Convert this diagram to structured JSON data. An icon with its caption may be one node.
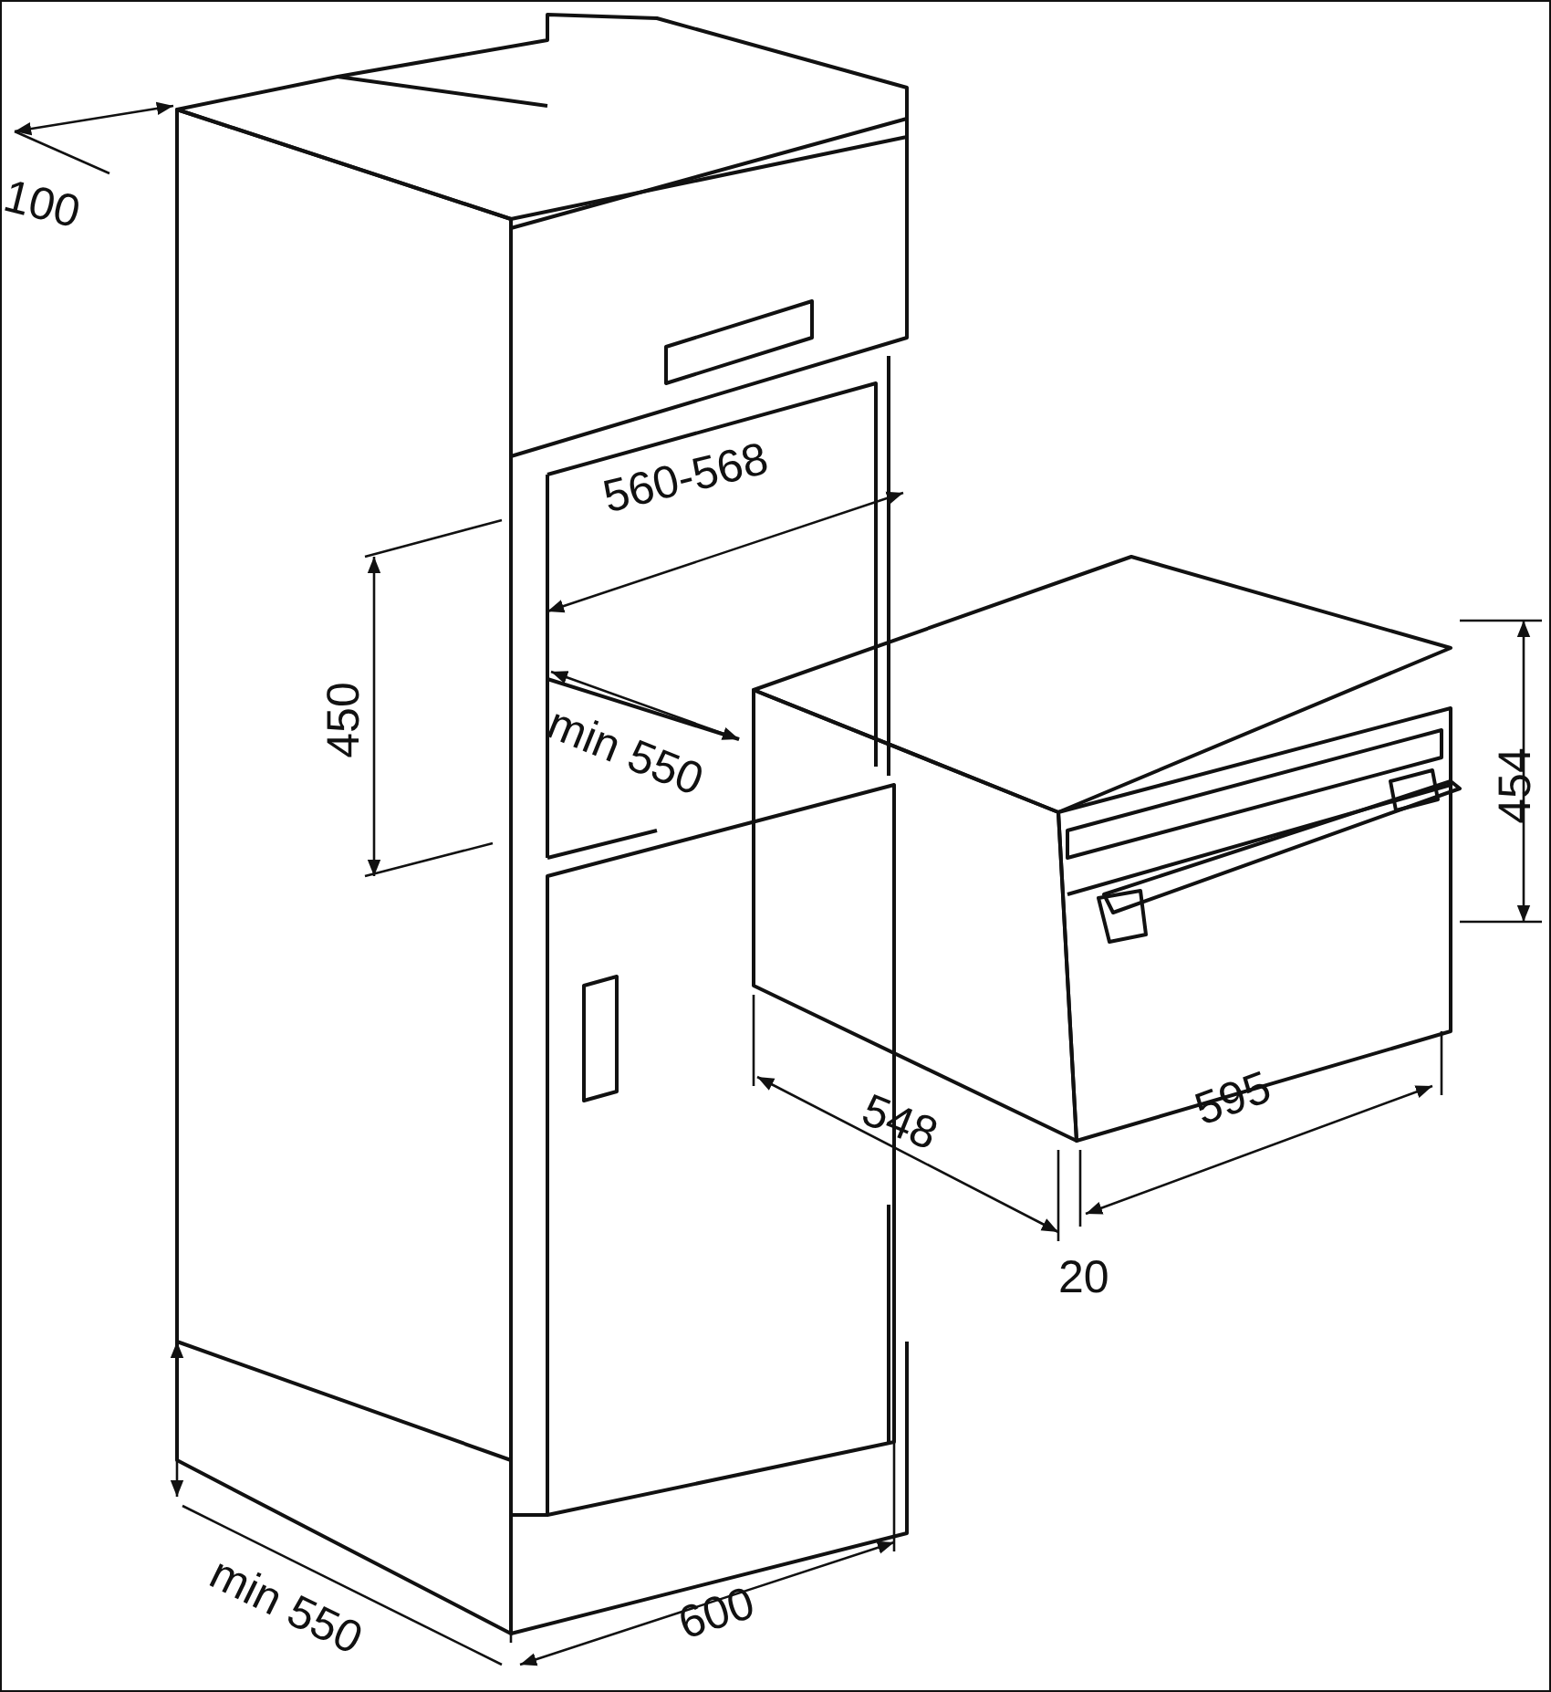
{
  "diagram": {
    "labels": [
      "100",
      "560-568",
      "450",
      "min 550",
      "454",
      "548",
      "595",
      "20",
      "min 550",
      "600"
    ]
  }
}
